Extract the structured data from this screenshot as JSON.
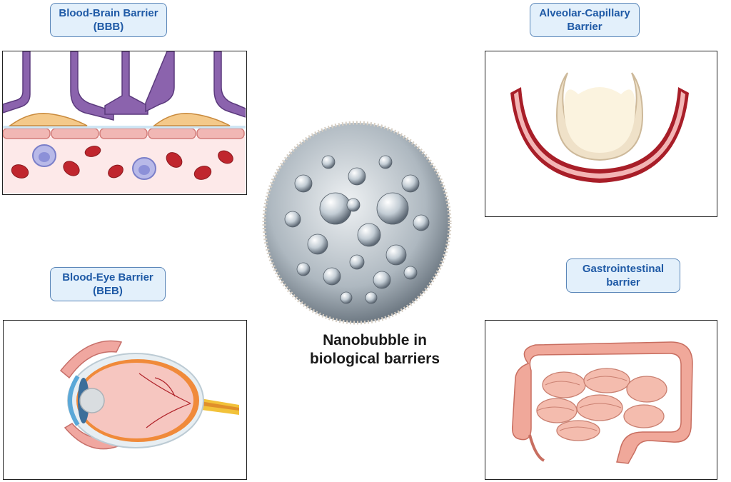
{
  "labels": {
    "bbb": {
      "line1": "Blood-Brain Barrier",
      "line2": "(BBB)"
    },
    "acb": {
      "line1": "Alveolar-Capillary",
      "line2": "Barrier"
    },
    "beb": {
      "line1": "Blood-Eye Barrier",
      "line2": "(BEB)"
    },
    "gi": {
      "line1": "Gastrointestinal",
      "line2": "barrier"
    }
  },
  "center": {
    "line1": "Nanobubble in",
    "line2": "biological barriers"
  },
  "colors": {
    "label_bg": "#e3f0fb",
    "label_border": "#5a86b8",
    "label_text": "#1f5aa6",
    "astrocyte": "#8b63ad",
    "pericyte": "#f4c98a",
    "endothelium": "#f1b7b4",
    "rbc": "#c0262e",
    "lumen": "#fde9e9",
    "intestine": "#f0a89a"
  }
}
